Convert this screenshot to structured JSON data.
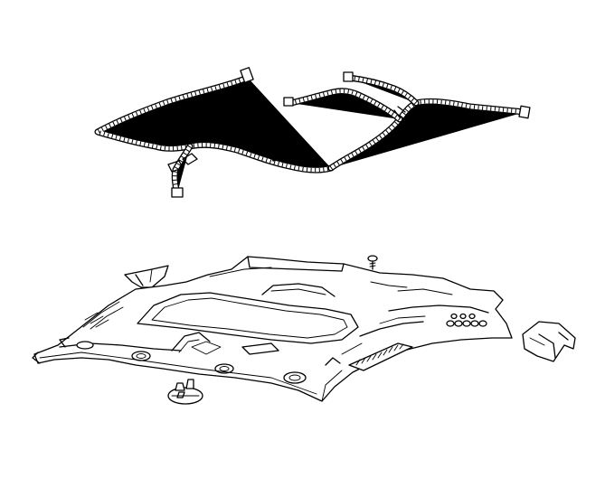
{
  "figure": {
    "kind": "exploded parts illustration",
    "stroke_color": "#000000",
    "background_color": "#ffffff",
    "parts": [
      {
        "id": "wiring-harness",
        "name": "headliner-wiring-harness-icon"
      },
      {
        "id": "headliner",
        "name": "headliner-panel-icon"
      },
      {
        "id": "push-pin",
        "name": "push-pin-fastener-icon"
      },
      {
        "id": "left-bracket",
        "name": "left-pillar-bracket-icon"
      },
      {
        "id": "right-bracket",
        "name": "right-pillar-bracket-icon"
      },
      {
        "id": "dome-lamp-base",
        "name": "dome-lamp-base-icon"
      }
    ]
  }
}
